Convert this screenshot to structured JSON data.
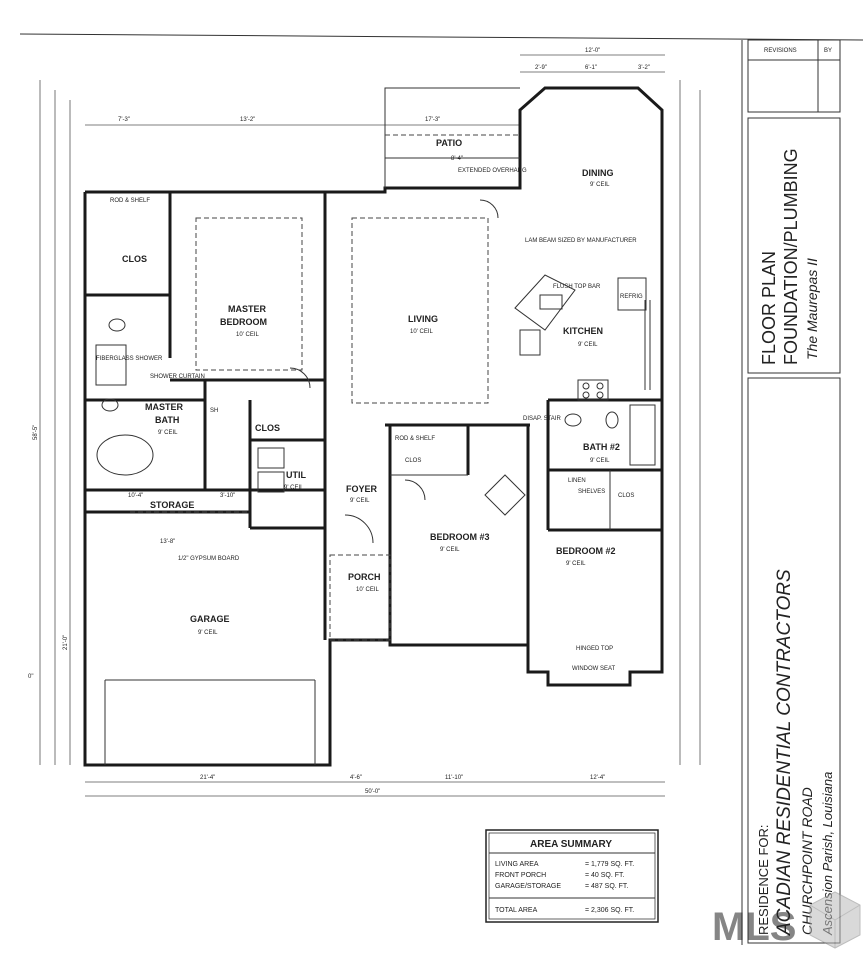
{
  "rooms": {
    "patio": "PATIO",
    "dining": {
      "name": "DINING",
      "ceil": "9' CEIL"
    },
    "clos_master": "CLOS",
    "rod_shelf": "ROD & SHELF",
    "master_bedroom": {
      "line1": "MASTER",
      "line2": "BEDROOM",
      "ceil": "10' CEIL"
    },
    "living": {
      "name": "LIVING",
      "ceil": "10' CEIL"
    },
    "kitchen": {
      "name": "KITCHEN",
      "ceil": "9' CEIL"
    },
    "master_bath": {
      "line1": "MASTER",
      "line2": "BATH",
      "ceil": "9' CEIL"
    },
    "fiberglass_shower": "FIBERGLASS SHOWER",
    "shower_curtain": "SHOWER CURTAIN",
    "bath2": {
      "name": "BATH #2",
      "ceil": "9' CEIL"
    },
    "util": {
      "name": "UTIL",
      "ceil": "9' CEIL"
    },
    "foyer": {
      "name": "FOYER",
      "ceil": "9' CEIL"
    },
    "storage": "STORAGE",
    "bedroom3": {
      "name": "BEDROOM #3",
      "ceil": "9' CEIL"
    },
    "bedroom2": {
      "name": "BEDROOM #2",
      "ceil": "9' CEIL"
    },
    "porch": {
      "name": "PORCH",
      "ceil": "10' CEIL"
    },
    "garage": {
      "name": "GARAGE",
      "ceil": "9' CEIL"
    },
    "linen": "LINEN",
    "shelves": "SHELVES",
    "clos_b3": "CLOS",
    "clos_b2": "CLOS",
    "clos_bath": "CLOS",
    "refrig": "REFRIG",
    "flush_top_bar": "FLUSH TOP BAR",
    "lam_beam": "LAM BEAM SIZED BY MANUFACTURER",
    "extended_overhang": "EXTENDED OVERHANG",
    "gypsum": "1/2\" GYPSUM BOARD",
    "hinged_top": "HINGED TOP",
    "window_seat": "WINDOW SEAT",
    "disap_stair": "DISAP. STAIR",
    "sh": "SH"
  },
  "dimensions": {
    "top_overall": "12'-0\"",
    "top_a": "2'-9\"",
    "top_b": "6'-1\"",
    "top_c": "3'-2\"",
    "row2_a": "7'-3\"",
    "row2_b": "13'-2\"",
    "row2_c": "17'-3\"",
    "patio_w": "8'-4\"",
    "bottom_a": "21'-4\"",
    "bottom_b": "4'-6\"",
    "bottom_c": "11'-10\"",
    "bottom_d": "12'-4\"",
    "overall_width": "50'-0\"",
    "left_overall": "58'-5\"",
    "garage_depth": "21'-0\"",
    "storage_w": "10'-4\"",
    "storage_w2": "3'-10\"",
    "garage_w": "13'-8\"",
    "zero": "0\""
  },
  "title_block": {
    "revisions": "REVISIONS",
    "by": "BY",
    "plan_line1": "FLOOR PLAN",
    "plan_line2": "FOUNDATION/PLUMBING",
    "plan_name": "The Maurepas II",
    "residence_for": "RESIDENCE FOR:",
    "client": "ACADIAN RESIDENTIAL CONTRACTORS",
    "road": "CHURCHPOINT ROAD",
    "location": "Ascension Parish, Louisiana"
  },
  "area_summary": {
    "title": "AREA SUMMARY",
    "rows": [
      {
        "label": "LIVING AREA",
        "value": "= 1,779 SQ. FT."
      },
      {
        "label": "FRONT PORCH",
        "value": "= 40 SQ. FT."
      },
      {
        "label": "GARAGE/STORAGE",
        "value": "= 487 SQ. FT."
      }
    ],
    "total_label": "TOTAL AREA",
    "total_value": "= 2,306 SQ. FT."
  },
  "watermark": "MLS"
}
